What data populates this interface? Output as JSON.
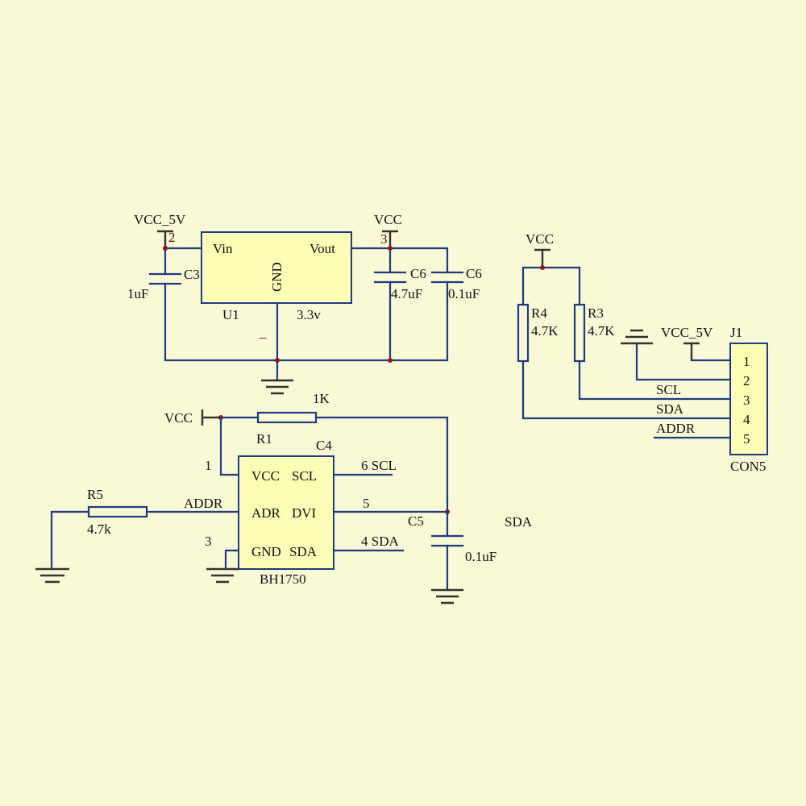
{
  "colors": {
    "background": "#faf9d5",
    "wire": "#1f3b80",
    "chip_fill": "#fdfdb6",
    "chip_border": "#1f3b80",
    "junction": "#8a1a1a",
    "text": "#111111"
  },
  "regulator": {
    "vin_net": "VCC_5V",
    "vin_pin": "2",
    "vout_net": "VCC",
    "vout_pin": "3",
    "chip_pin_vin": "Vin",
    "chip_pin_vout": "Vout",
    "chip_pin_gnd": "GND",
    "ref": "U1",
    "value": "3.3v",
    "gnd_pin_mark": "_",
    "c3_ref": "C3",
    "c3_value": "1uF",
    "c6a_ref": "C6",
    "c6a_value": "4.7uF",
    "c6b_ref": "C6",
    "c6b_value": "0.1uF"
  },
  "connector": {
    "vcc_net": "VCC",
    "r4_ref": "R4",
    "r4_value": "4.7K",
    "r3_ref": "R3",
    "r3_value": "4.7K",
    "vcc5v_net": "VCC_5V",
    "ref": "J1",
    "name": "CON5",
    "pins": [
      "1",
      "2",
      "3",
      "4",
      "5"
    ],
    "nets": [
      "SCL",
      "SDA",
      "ADDR"
    ]
  },
  "sensor": {
    "vcc_net": "VCC",
    "r1_value": "1K",
    "r1_ref": "R1",
    "c4_ref": "C4",
    "vcc_pin_num": "1",
    "gnd_pin_num": "3",
    "pins_left": [
      "VCC",
      "ADR",
      "GND"
    ],
    "pins_right": [
      "SCL",
      "DVI",
      "SDA"
    ],
    "ref": "BH1750",
    "scl_out": "6 SCL",
    "dvi_out": "5",
    "sda_out": "4 SDA",
    "addr_net": "ADDR",
    "r5_ref": "R5",
    "r5_value": "4.7k",
    "c5_ref": "C5",
    "c5_value": "0.1uF",
    "sda_floating": "SDA"
  }
}
